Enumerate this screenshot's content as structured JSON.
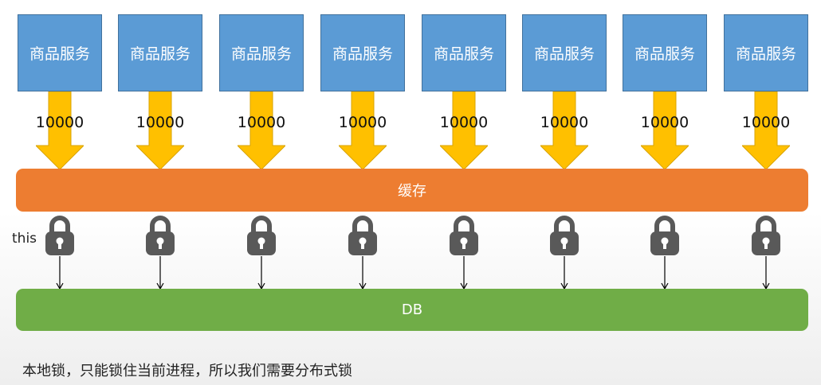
{
  "services": [
    {
      "label": "商品服务",
      "count": "10000"
    },
    {
      "label": "商品服务",
      "count": "10000"
    },
    {
      "label": "商品服务",
      "count": "10000"
    },
    {
      "label": "商品服务",
      "count": "10000"
    },
    {
      "label": "商品服务",
      "count": "10000"
    },
    {
      "label": "商品服务",
      "count": "10000"
    },
    {
      "label": "商品服务",
      "count": "10000"
    },
    {
      "label": "商品服务",
      "count": "10000"
    }
  ],
  "cache": {
    "label": "缓存"
  },
  "db": {
    "label": "DB"
  },
  "lock_label": "this",
  "caption": "本地锁，只能锁住当前进程，所以我们需要分布式锁",
  "colors": {
    "service_fill": "#5b9bd5",
    "arrow_fill": "#ffc000",
    "cache_fill": "#ed7d31",
    "db_fill": "#70ad47",
    "lock_fill": "#595959"
  }
}
